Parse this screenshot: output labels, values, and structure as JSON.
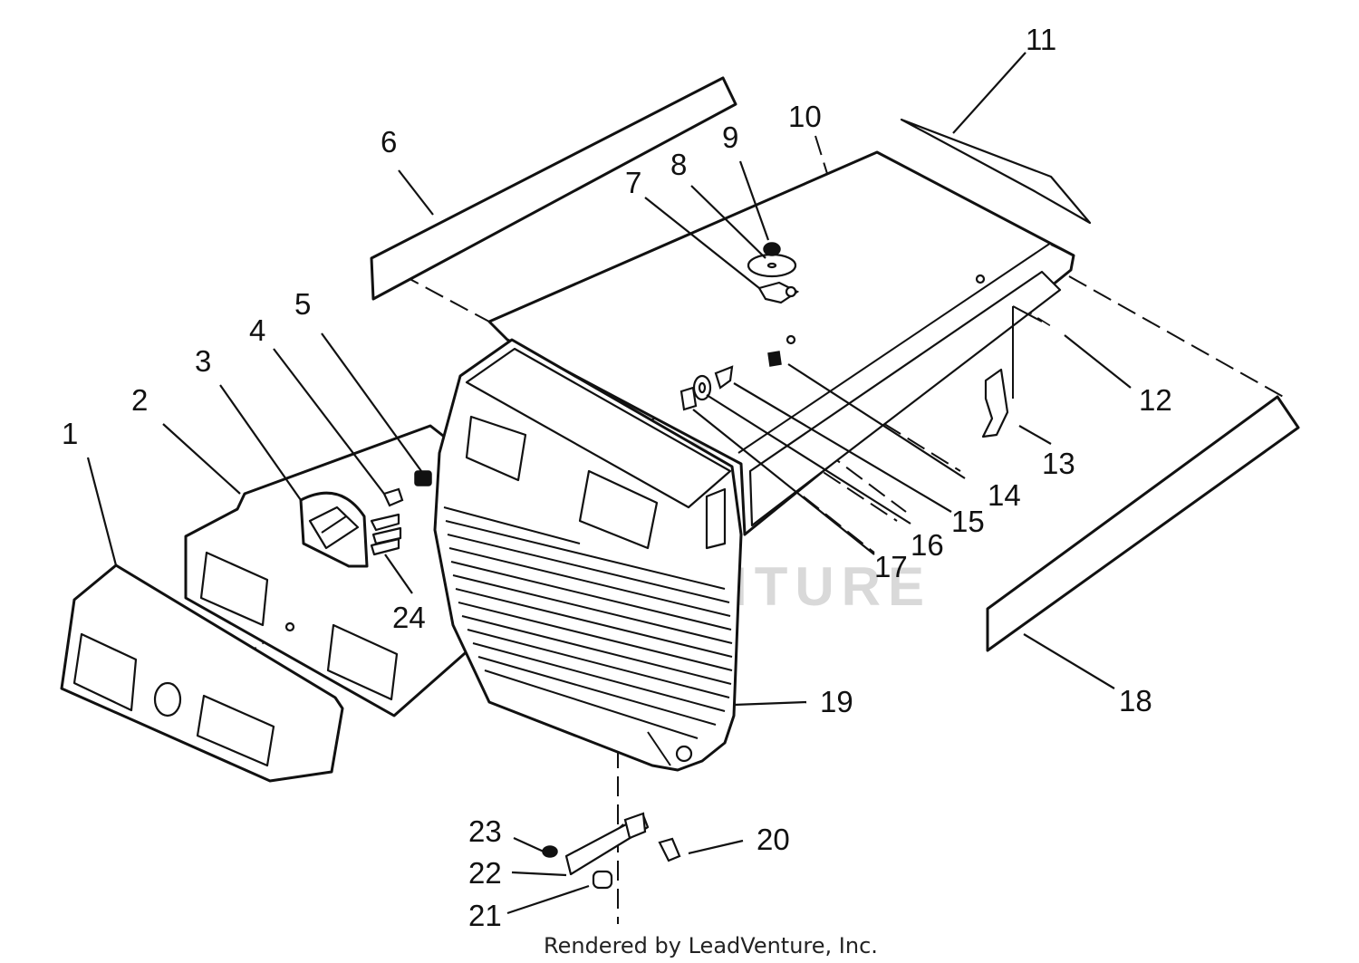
{
  "diagram": {
    "callouts": [
      "1",
      "2",
      "3",
      "4",
      "5",
      "6",
      "7",
      "8",
      "9",
      "10",
      "11",
      "12",
      "13",
      "14",
      "15",
      "16",
      "17",
      "18",
      "19",
      "20",
      "21",
      "22",
      "23",
      "24"
    ],
    "watermark": "LEADVENTURE",
    "credit": "Rendered by LeadVenture, Inc."
  },
  "colors": {
    "line": "#111111",
    "background": "#ffffff",
    "watermark": "#d9d9d9"
  },
  "icons": {
    "watermark_mark": "leadventure-logo-icon"
  }
}
